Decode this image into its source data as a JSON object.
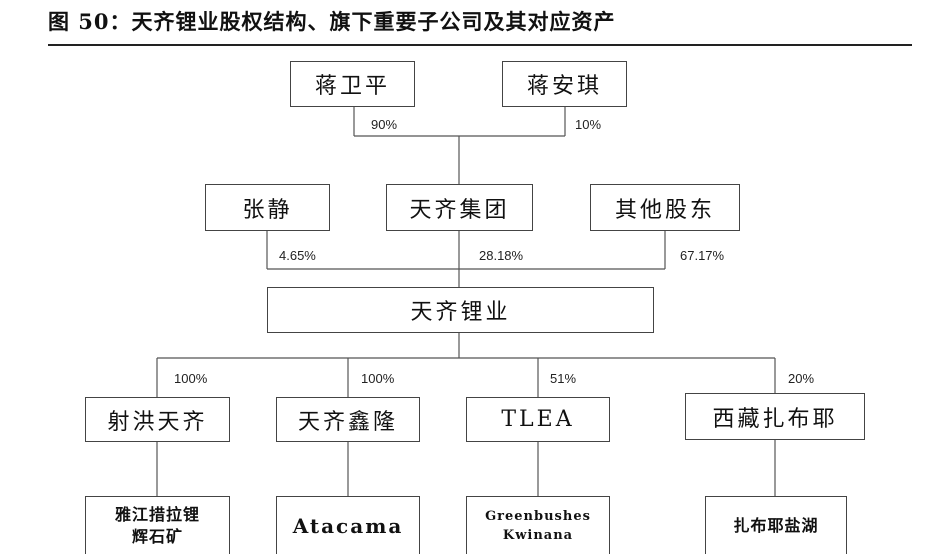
{
  "title": "图 50：天齐锂业股权结构、旗下重要子公司及其对应资产",
  "nodes": {
    "jiang_weiping": "蒋卫平",
    "jiang_anqi": "蒋安琪",
    "zhang_jing": "张静",
    "tianqi_group": "天齐集团",
    "other_shareholders": "其他股东",
    "tianqi_lithium": "天齐锂业",
    "shehong_tianqi": "射洪天齐",
    "tianqi_xinlong": "天齐鑫隆",
    "tlea": "TLEA",
    "xizang_zabuye": "西藏扎布耶"
  },
  "leaves": {
    "yajiang_line1": "雅江措拉锂",
    "yajiang_line2": "辉石矿",
    "atacama": "Atacama",
    "greenbushes_line1": "Greenbushes",
    "greenbushes_line2": "Kwinana",
    "zabuye_lake": "扎布耶盐湖"
  },
  "stakes": {
    "jiang_weiping_to_group": "90%",
    "jiang_anqi_to_group": "10%",
    "zhang_jing_to_lithium": "4.65%",
    "group_to_lithium": "28.18%",
    "others_to_lithium": "67.17%",
    "lithium_to_shehong": "100%",
    "lithium_to_xinlong": "100%",
    "lithium_to_tlea": "51%",
    "lithium_to_zabuye": "20%"
  }
}
